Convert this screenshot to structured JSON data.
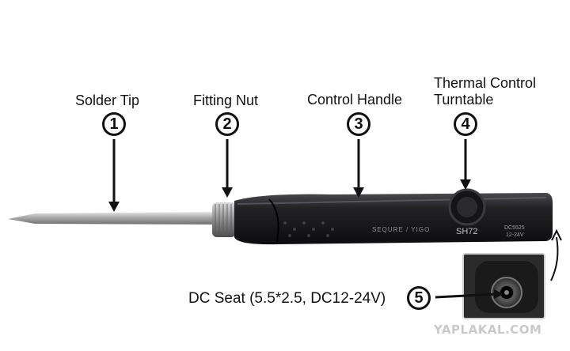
{
  "labels": {
    "solder_tip": "Solder Tip",
    "fitting_nut": "Fitting Nut",
    "control_handle": "Control Handle",
    "thermal_line1": "Thermal Control",
    "thermal_line2": "Turntable",
    "dc_seat": "DC Seat (5.5*2.5, DC12-24V)"
  },
  "numbers": {
    "n1": "1",
    "n2": "2",
    "n3": "3",
    "n4": "4",
    "n5": "5"
  },
  "device": {
    "brand_text": "SEQURE / YIGO",
    "model": "SH72",
    "spec_line1": "DC5525",
    "spec_line2": "12-24V"
  },
  "watermark": "YAPLAKAL.COM",
  "colors": {
    "body": "#1c1c1e",
    "steel": "#b9b9b9",
    "ink": "#111111"
  }
}
